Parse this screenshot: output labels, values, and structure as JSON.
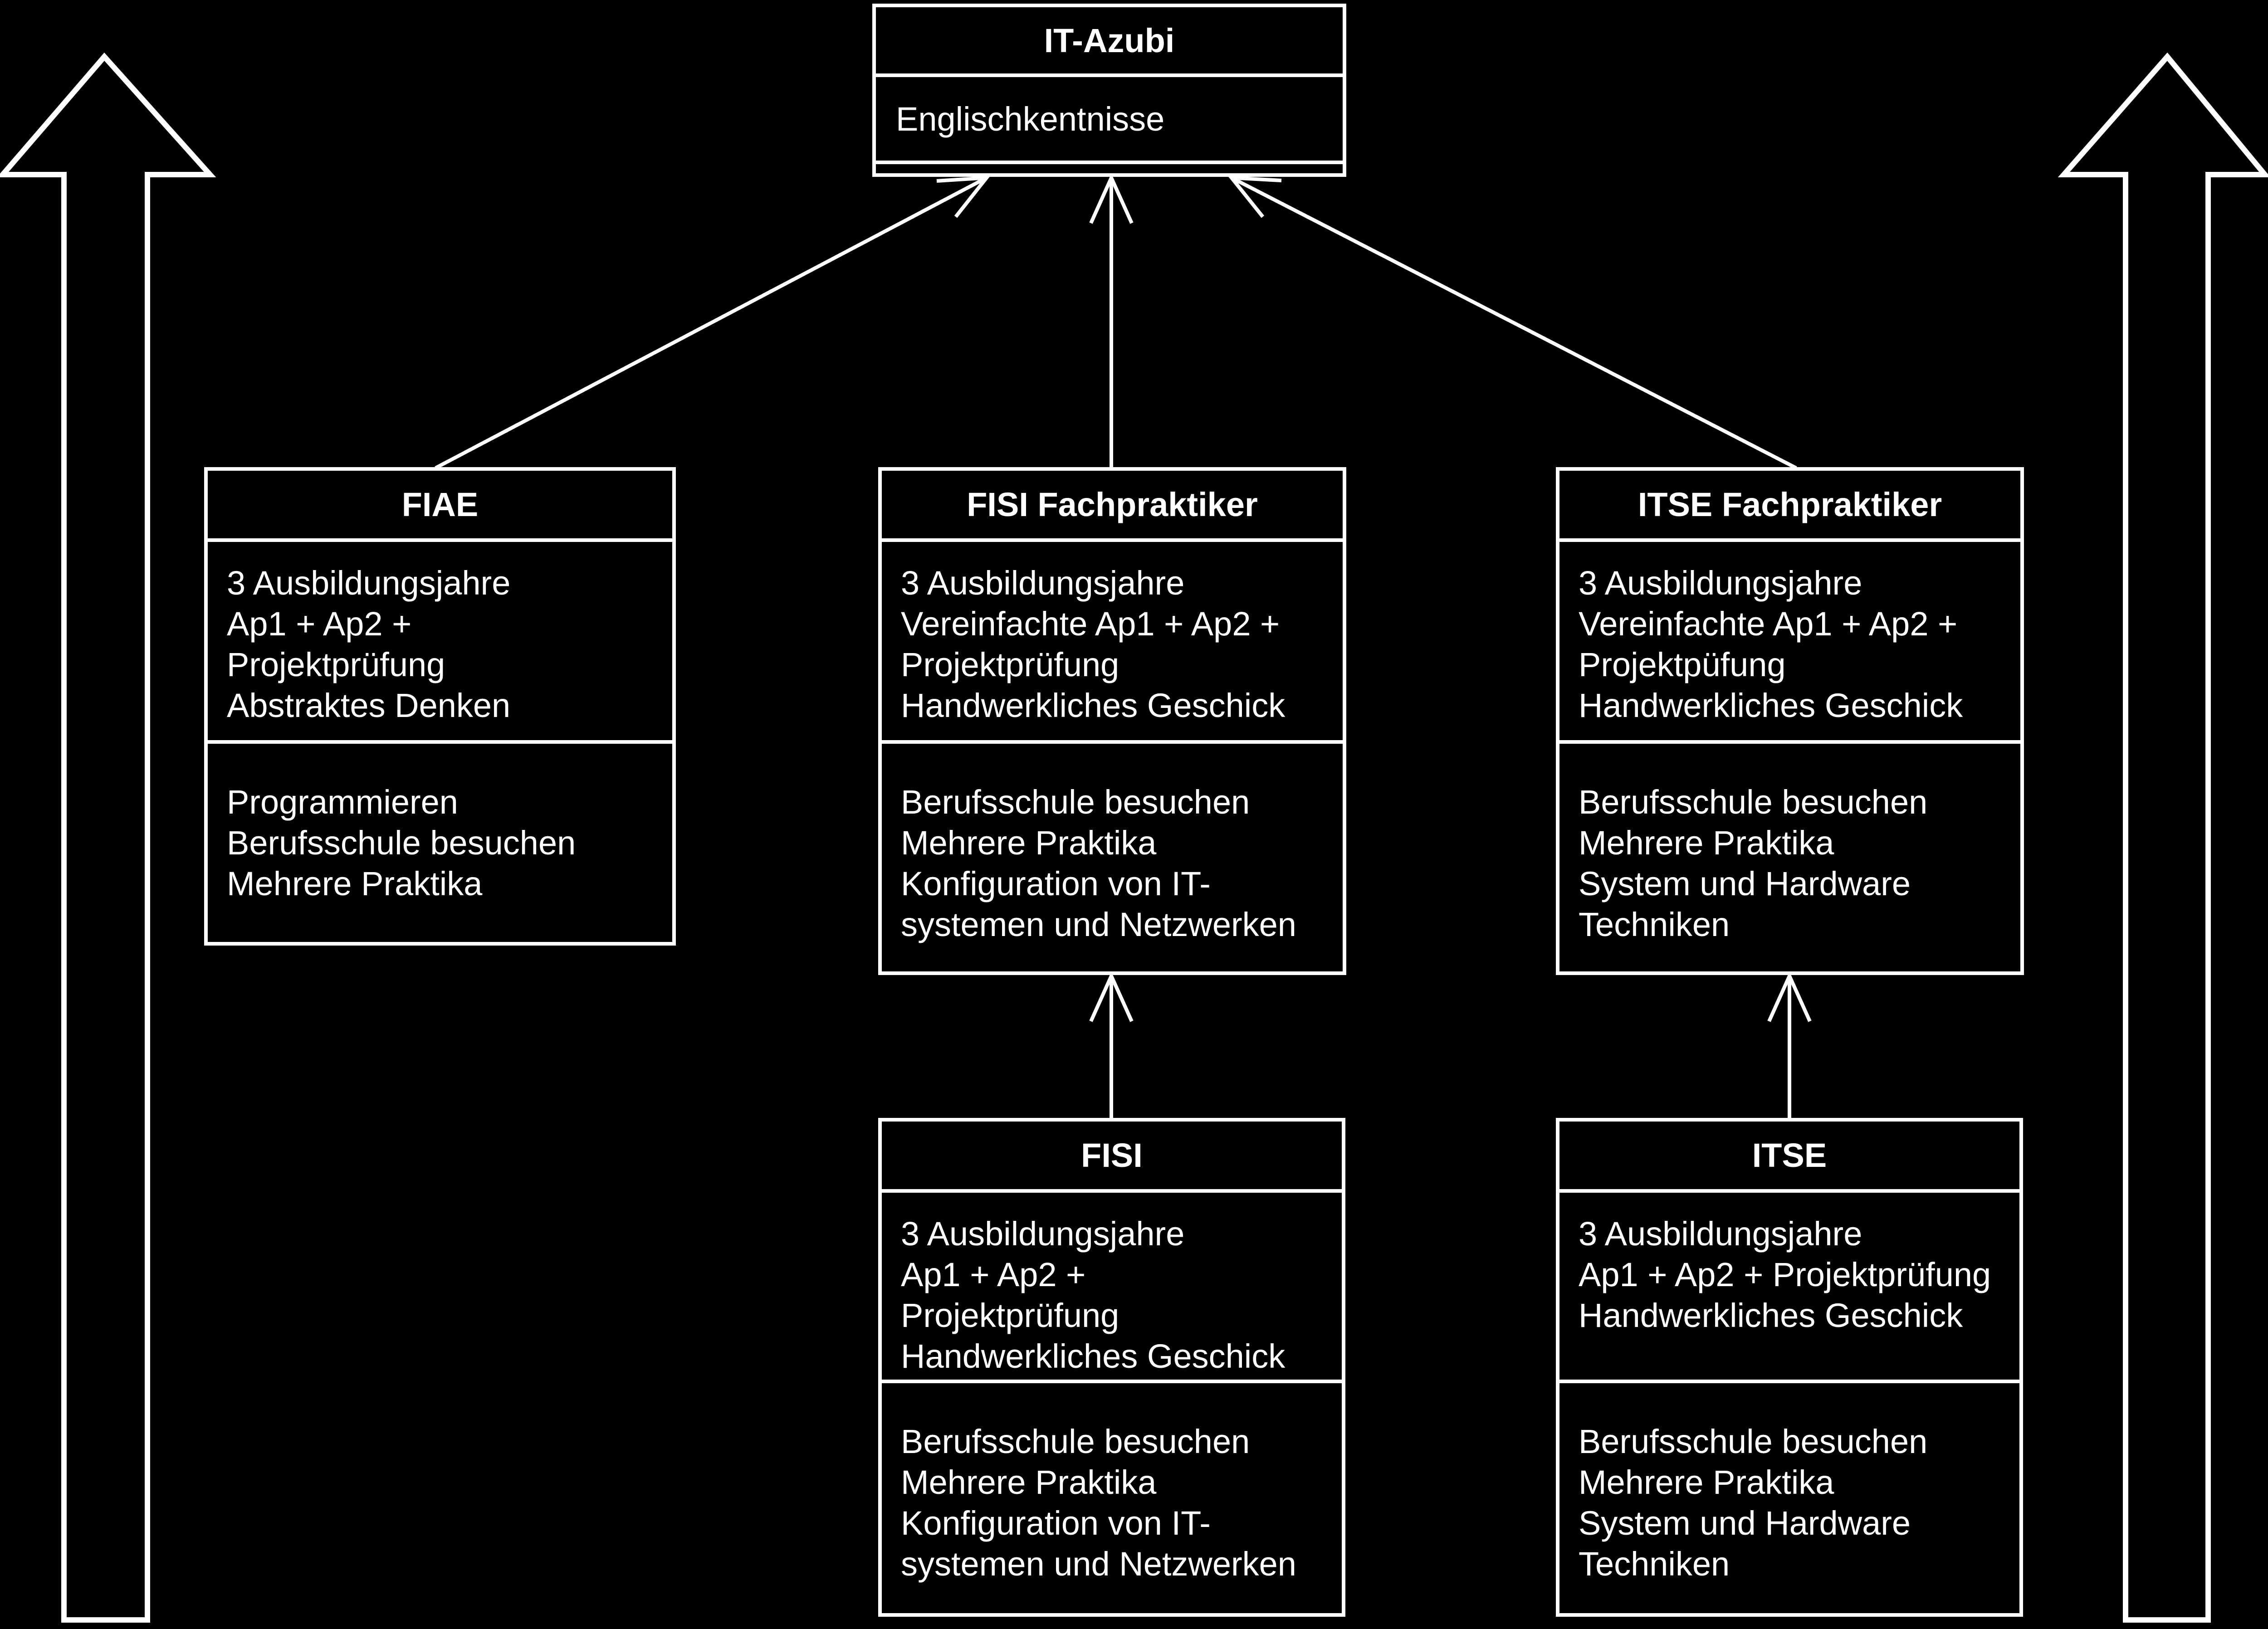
{
  "colors": {
    "background": "#000000",
    "foreground": "#ffffff"
  },
  "diagram": {
    "root": {
      "title": "IT-Azubi",
      "attributes": "Englischkentnisse"
    },
    "fiae": {
      "title": "FIAE",
      "requirements": "3 Ausbildungsjahre\nAp1 + Ap2 +\nProjektprüfung\nAbstraktes Denken",
      "activities": "Programmieren\nBerufsschule besuchen\nMehrere Praktika"
    },
    "fisi_fachpraktiker": {
      "title": "FISI Fachpraktiker",
      "requirements": "3 Ausbildungsjahre\nVereinfachte Ap1 + Ap2 +\nProjektprüfung\nHandwerkliches Geschick",
      "activities": "Berufsschule besuchen\nMehrere Praktika\nKonfiguration von IT-\nsystemen und Netzwerken"
    },
    "itse_fachpraktiker": {
      "title": "ITSE Fachpraktiker",
      "requirements": "3 Ausbildungsjahre\nVereinfachte Ap1 + Ap2 +\nProjektpüfung\nHandwerkliches Geschick",
      "activities": "Berufsschule besuchen\nMehrere Praktika\nSystem und Hardware\nTechniken"
    },
    "fisi": {
      "title": "FISI",
      "requirements": "3 Ausbildungsjahre\nAp1 + Ap2 +\nProjektprüfung\nHandwerkliches Geschick",
      "activities": "Berufsschule besuchen\nMehrere Praktika\nKonfiguration von IT-\nsystemen und Netzwerken"
    },
    "itse": {
      "title": "ITSE",
      "requirements": "3 Ausbildungsjahre\nAp1 + Ap2 + Projektprüfung\nHandwerkliches Geschick",
      "activities": "Berufsschule besuchen\nMehrere Praktika\nSystem und Hardware\nTechniken"
    }
  }
}
